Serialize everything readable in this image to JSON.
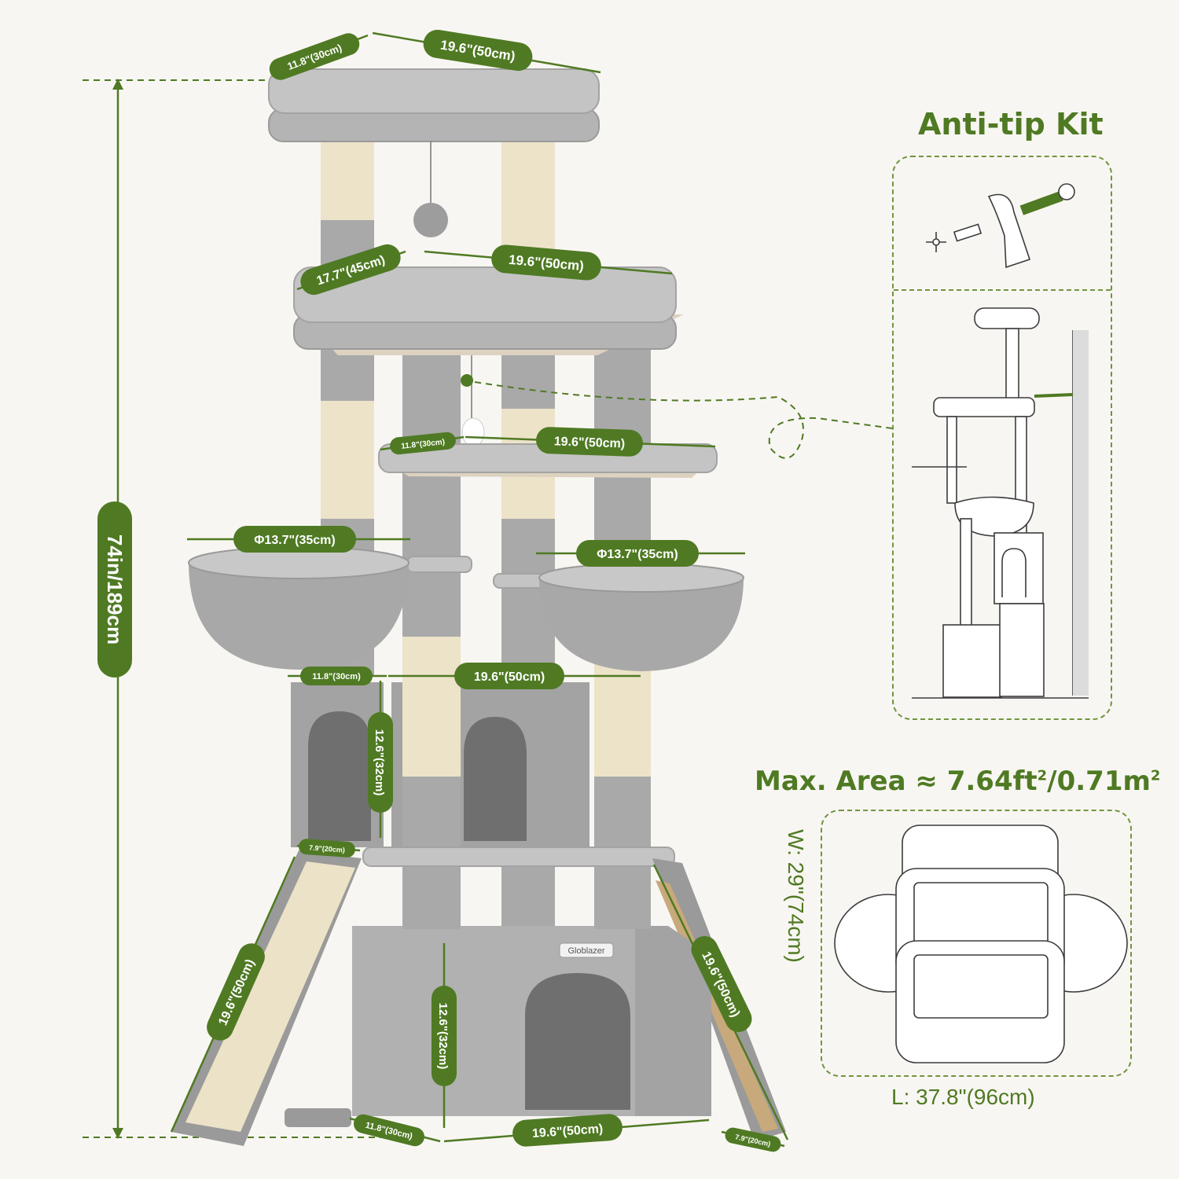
{
  "height_label": "74in/189cm",
  "dimensions": {
    "top_depth": "11.8\"(30cm)",
    "top_width": "19.6\"(50cm)",
    "mid_depth": "17.7\"(45cm)",
    "mid_width": "19.6\"(50cm)",
    "shelf_depth": "11.8\"(30cm)",
    "shelf_width": "19.6\"(50cm)",
    "basket_left": "Φ13.7\"(35cm)",
    "basket_right": "Φ13.7\"(35cm)",
    "condo_depth": "11.8\"(30cm)",
    "condo_width": "19.6\"(50cm)",
    "condo_height": "12.6\"(32cm)",
    "ramp_left_width": "7.9\"(20cm)",
    "ramp_left_length": "19.6\"(50cm)",
    "base_height": "12.6\"(32cm)",
    "ramp_right_length": "19.6\"(50cm)",
    "ramp_right_width": "7.9\"(20cm)",
    "base_depth": "11.8\"(30cm)",
    "base_width": "19.6\"(50cm)"
  },
  "brand": "Globlazer",
  "anti_tip": {
    "title": "Anti-tip Kit"
  },
  "area": {
    "title_main": "Max. Area ≈ 7.64ft",
    "title_sup1": "2",
    "title_mid": "/0.71m",
    "title_sup2": "2",
    "width_label": "W: 29\"(74cm)",
    "length_label": "L: 37.8\"(96cm)"
  }
}
